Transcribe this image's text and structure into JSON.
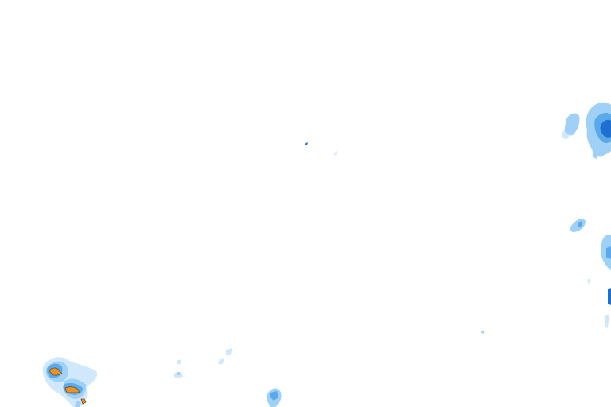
{
  "map": {
    "type": "precipitation-radar-overlay",
    "background_color": "#ffffff",
    "intensity_colors": {
      "very_light": "#cfe8fb",
      "light": "#9fd0f5",
      "moderate": "#5aa9ea",
      "heavy": "#1f6fd1",
      "very_heavy": "#e8932a",
      "outline": "#6b4a1a"
    },
    "precipitation_cells": [
      {
        "id": "east-upper",
        "intensity": "heavy"
      },
      {
        "id": "east-upper-left",
        "intensity": "light"
      },
      {
        "id": "east-middle",
        "intensity": "light"
      },
      {
        "id": "east-lower",
        "intensity": "moderate"
      },
      {
        "id": "southwest-cluster",
        "intensity": "very_heavy"
      },
      {
        "id": "south-center",
        "intensity": "moderate"
      },
      {
        "id": "south-small-1",
        "intensity": "light"
      },
      {
        "id": "south-small-2",
        "intensity": "very_light"
      },
      {
        "id": "center-speck",
        "intensity": "heavy"
      },
      {
        "id": "east-far-speck",
        "intensity": "light"
      }
    ]
  }
}
